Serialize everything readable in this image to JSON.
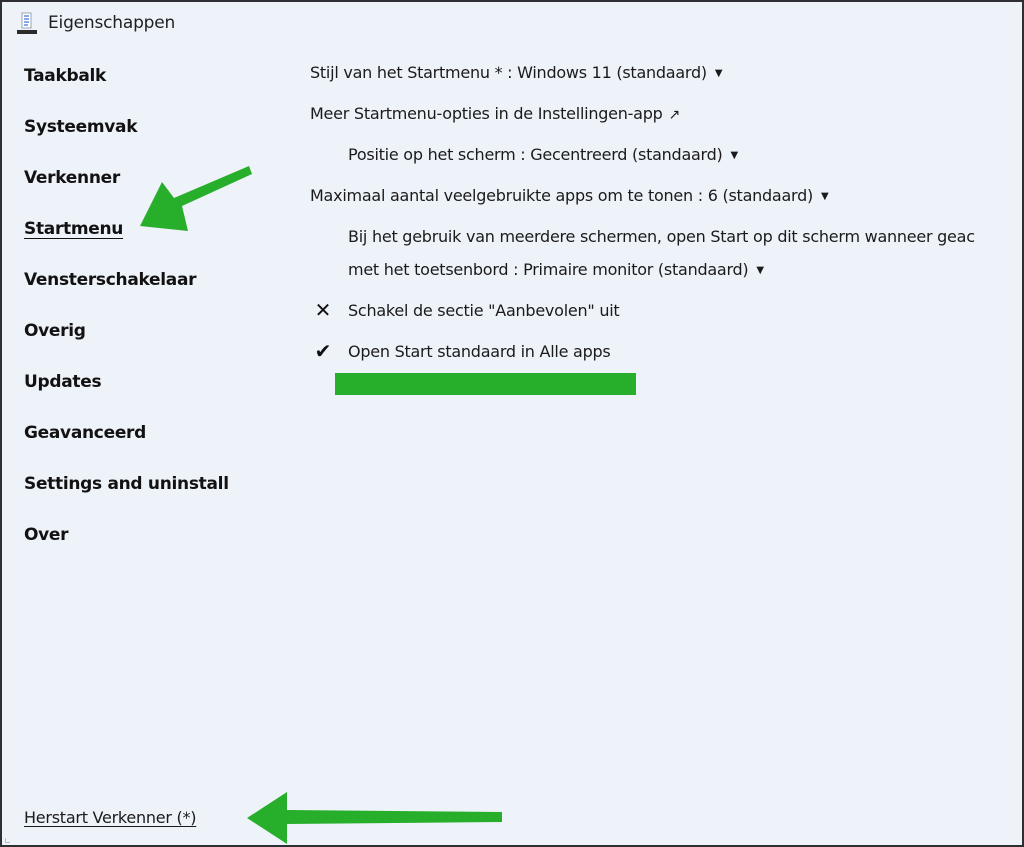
{
  "window": {
    "title": "Eigenschappen",
    "icon": "properties-icon",
    "background": "#eef2f9"
  },
  "sidebar": {
    "items": [
      {
        "label": "Taakbalk",
        "active": false
      },
      {
        "label": "Systeemvak",
        "active": false
      },
      {
        "label": "Verkenner",
        "active": false
      },
      {
        "label": "Startmenu",
        "active": true
      },
      {
        "label": "Vensterschakelaar",
        "active": false
      },
      {
        "label": "Overig",
        "active": false
      },
      {
        "label": "Updates",
        "active": false
      },
      {
        "label": "Geavanceerd",
        "active": false
      },
      {
        "label": "Settings and uninstall",
        "active": false
      },
      {
        "label": "Over",
        "active": false
      }
    ],
    "restart_link": "Herstart Verkenner (*)"
  },
  "main": {
    "start_style": {
      "label": "Stijl van het Startmenu * : ",
      "value": "Windows 11 (standaard)",
      "icon": "dropdown-caret-icon"
    },
    "more_options": {
      "label": "Meer Startmenu-opties in de Instellingen-app",
      "icon": "external-link-icon"
    },
    "position": {
      "label": "Positie op het scherm : ",
      "value": "Gecentreerd (standaard)",
      "icon": "dropdown-caret-icon"
    },
    "max_apps": {
      "label": "Maximaal aantal veelgebruikte apps om te tonen : ",
      "value": "6 (standaard)",
      "icon": "dropdown-caret-icon"
    },
    "multi_monitor": {
      "line1": "Bij het gebruik van meerdere schermen, open Start op dit scherm wanneer geac",
      "line2_label": "met het toetsenbord : ",
      "value": "Primaire monitor (standaard)",
      "icon": "dropdown-caret-icon"
    },
    "disable_recommended": {
      "label": "Schakel de sectie \"Aanbevolen\" uit",
      "state": "unchecked",
      "mark": "✕"
    },
    "open_all_apps": {
      "label": "Open Start standaard in Alle apps",
      "state": "checked",
      "mark": "✔"
    }
  },
  "annotations": {
    "arrow_color": "#27ae2a",
    "highlight_bar_color": "#27ae2a"
  }
}
